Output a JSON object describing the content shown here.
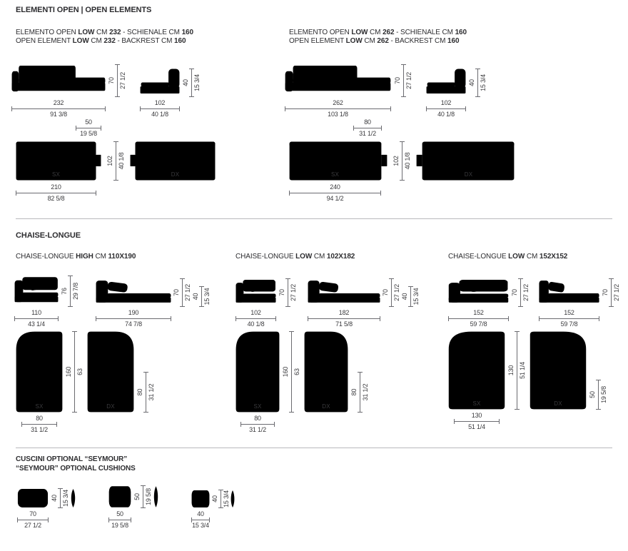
{
  "sections": {
    "open": {
      "title": "ELEMENTI OPEN | OPEN ELEMENTS"
    },
    "chaise": {
      "title": "CHAISE-LONGUE"
    },
    "cushions": {
      "title_it": "CUSCINI OPTIONAL “SEYMOUR”",
      "title_en": "“SEYMOUR” OPTIONAL CUSHIONS"
    }
  },
  "open_elements": [
    {
      "title_it": "ELEMENTO OPEN **LOW** CM **232** - SCHIENALE CM **160**",
      "title_en": "OPEN ELEMENT **LOW** CM **232** - BACKREST CM **160**",
      "front": {
        "w_cm": "232",
        "w_in": "91 3/8",
        "h_cm": "70",
        "h_in": "27 1/2"
      },
      "side": {
        "w_cm": "102",
        "w_in": "40 1/8",
        "h_cm": "40",
        "h_in": "15 3/4"
      },
      "open_seat": {
        "cm": "50",
        "in": "19 5/8"
      },
      "plan": {
        "w_cm": "210",
        "w_in": "82 5/8",
        "d_cm": "102",
        "d_in": "40 1/8"
      },
      "sx": "SX",
      "dx": "DX"
    },
    {
      "title_it": "ELEMENTO OPEN **LOW** CM **262** - SCHIENALE CM **160**",
      "title_en": "OPEN ELEMENT **LOW** CM **262** - BACKREST CM **160**",
      "front": {
        "w_cm": "262",
        "w_in": "103 1/8",
        "h_cm": "70",
        "h_in": "27 1/2"
      },
      "side": {
        "w_cm": "102",
        "w_in": "40 1/8",
        "h_cm": "40",
        "h_in": "15 3/4"
      },
      "open_seat": {
        "cm": "80",
        "in": "31 1/2"
      },
      "plan": {
        "w_cm": "240",
        "w_in": "94 1/2",
        "d_cm": "102",
        "d_in": "40 1/8"
      },
      "sx": "SX",
      "dx": "DX"
    }
  ],
  "chaise_longue": [
    {
      "title": "CHAISE-LONGUE **HIGH** CM **110X190**",
      "front1": {
        "w_cm": "110",
        "w_in": "43 1/4",
        "h_cm": "76",
        "h_in": "29 7/8"
      },
      "front2": {
        "w_cm": "190",
        "w_in": "74 7/8",
        "h_cm": "70",
        "h_in": "27 1/2",
        "h2_cm": "40",
        "h2_in": "15 3/4"
      },
      "plan": {
        "d_cm": "160",
        "d_in": "63",
        "d2_cm": "80",
        "d2_in": "31 1/2",
        "w_cm": "80",
        "w_in": "31 1/2"
      },
      "sx": "SX",
      "dx": "DX"
    },
    {
      "title": "CHAISE-LONGUE **LOW** CM **102X182**",
      "front1": {
        "w_cm": "102",
        "w_in": "40 1/8",
        "h_cm": "70",
        "h_in": "27 1/2"
      },
      "front2": {
        "w_cm": "182",
        "w_in": "71 5/8",
        "h_cm": "70",
        "h_in": "27 1/2",
        "h2_cm": "40",
        "h2_in": "15 3/4"
      },
      "plan": {
        "d_cm": "160",
        "d_in": "63",
        "d2_cm": "80",
        "d2_in": "31 1/2",
        "w_cm": "80",
        "w_in": "31 1/2"
      },
      "sx": "SX",
      "dx": "DX"
    },
    {
      "title": "CHAISE-LONGUE **LOW** CM **152X152**",
      "front1": {
        "w_cm": "152",
        "w_in": "59 7/8",
        "h_cm": "70",
        "h_in": "27 1/2"
      },
      "front2": {
        "w_cm": "152",
        "w_in": "59 7/8",
        "h_cm": "70",
        "h_in": "27 1/2"
      },
      "plan": {
        "d_cm": "130",
        "d_in": "51 1/4",
        "d2_cm": "50",
        "d2_in": "19 5/8",
        "w_cm": "130",
        "w_in": "51 1/4"
      },
      "sx": "SX",
      "dx": "DX"
    }
  ],
  "cushions": [
    {
      "w_cm": "70",
      "w_in": "27 1/2",
      "h_cm": "40",
      "h_in": "15 3/4"
    },
    {
      "w_cm": "50",
      "w_in": "19 5/8",
      "h_cm": "50",
      "h_in": "19 5/8"
    },
    {
      "w_cm": "40",
      "w_in": "15 3/4",
      "h_cm": "40",
      "h_in": "15 3/4"
    }
  ]
}
